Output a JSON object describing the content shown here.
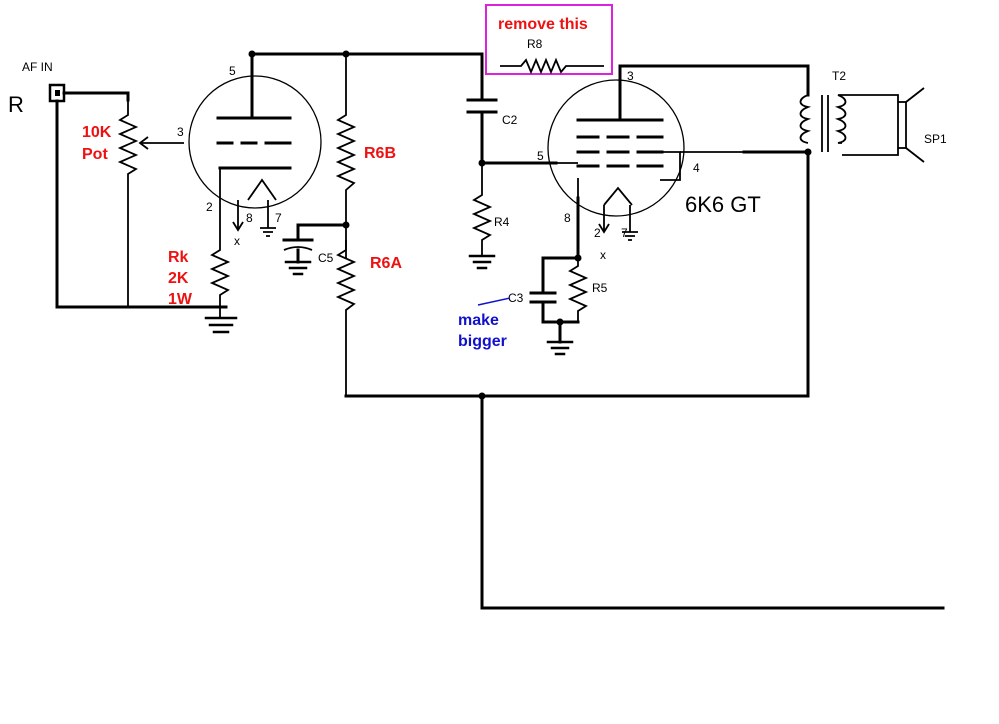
{
  "labels": {
    "af_in": "AF IN",
    "input_r": "R",
    "pot": [
      "10K",
      "Pot"
    ],
    "rk": [
      "Rk",
      "2K",
      "1W"
    ],
    "r6b": "R6B",
    "r6a": "R6A",
    "c5": "C5",
    "c2": "C2",
    "r4": "R4",
    "r5": "R5",
    "c3": "C3",
    "r8": "R8",
    "t2": "T2",
    "sp1": "SP1",
    "tube": "6K6 GT",
    "pin_v1": [
      "5",
      "3",
      "2",
      "8",
      "7"
    ],
    "pin_v2": [
      "3",
      "5",
      "4",
      "8",
      "2",
      "7"
    ],
    "x_marks": [
      "x",
      "x"
    ]
  },
  "annotations": {
    "remove": "remove this",
    "bigger": [
      "make",
      "bigger"
    ]
  },
  "colors": {
    "annotation_red": "#ee1111",
    "annotation_blue": "#1111cc",
    "highlight_box": "#dd22dd",
    "wire": "#000000"
  }
}
